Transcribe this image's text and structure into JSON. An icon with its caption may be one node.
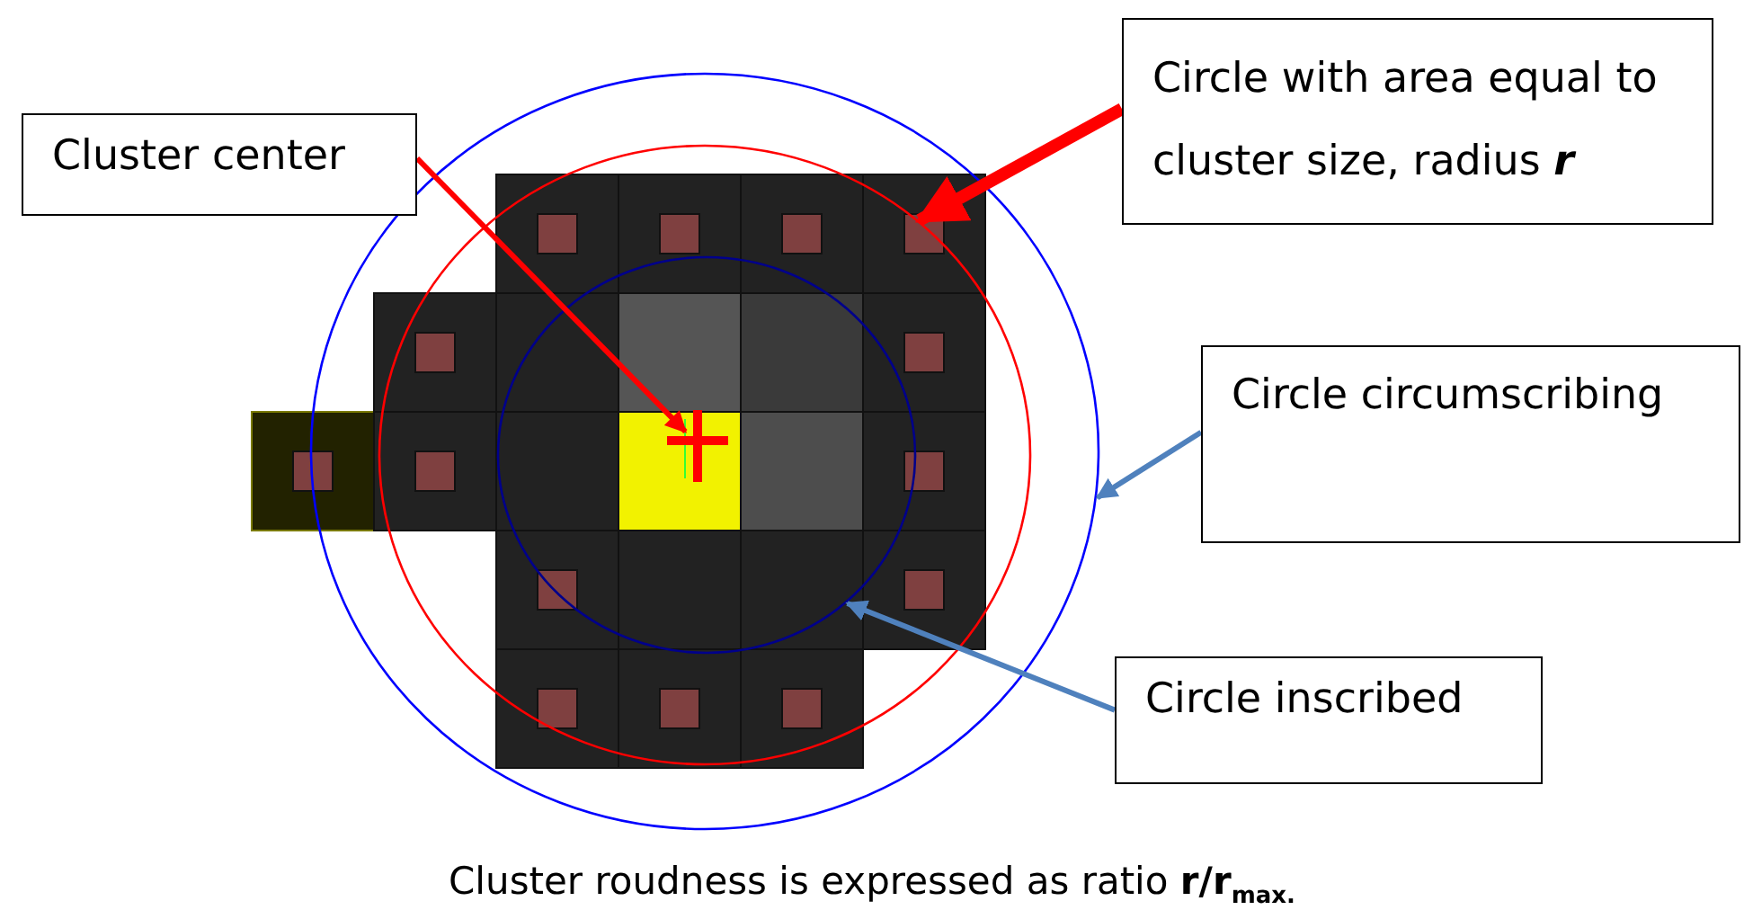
{
  "diagram": {
    "caption": "Cluster roudness is expressed as ratio **r/r**$_{max.}$",
    "nodes": [
      {
        "text": [
          "Cluster center"
        ]
      },
      {
        "text": [
          "Circle with area equal to cluster size, radius *r*"
        ]
      },
      {
        "text": [
          "Circle circumscribing"
        ]
      },
      {
        "text": [
          "Circle inscribed"
        ]
      },
      {
        "text": [],
        "shape": "cross",
        "in": 7
      },
      {
        "text": [],
        "shape": "circle",
        "in": 6
      },
      {
        "text": [],
        "shape": "circle"
      },
      {
        "text": [],
        "shape": "circle",
        "in": 5
      }
    ],
    "edges": [
      {
        "from": 0,
        "to": 4,
        "arrow": "to",
        "color": "#ff0000"
      },
      {
        "from": 1,
        "to": 5,
        "arrow": "to",
        "style": "thick",
        "color": "#ff0000"
      },
      {
        "from": 2,
        "to": 6,
        "arrow": "to",
        "color": "#4f81bd"
      },
      {
        "from": 3,
        "to": 7,
        "arrow": "to",
        "color": "#4f81bd"
      }
    ]
  }
}
